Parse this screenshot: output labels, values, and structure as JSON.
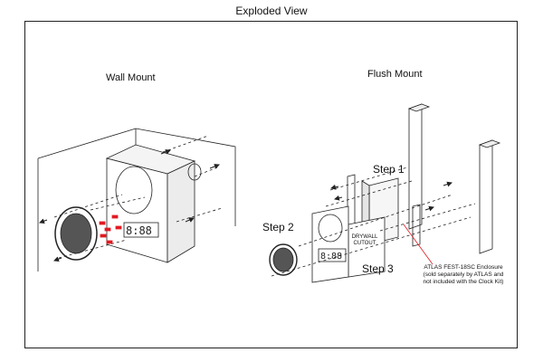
{
  "page": {
    "title": "Exploded View"
  },
  "sections": {
    "wall_mount": {
      "title": "Wall Mount"
    },
    "flush_mount": {
      "title": "Flush Mount",
      "step1": "Step 1",
      "step2": "Step 2",
      "step3": "Step 3",
      "drywall_cutout_line1": "DRYWALL",
      "drywall_cutout_line2": "CUTOUT",
      "enclosure_note_line1": "ATLAS FEST-18SC Enclosure",
      "enclosure_note_line2": "(sold separately by ATLAS and",
      "enclosure_note_line3": "not included with the Clock Kit)"
    }
  },
  "colors": {
    "line": "#222222",
    "accent": "#e11b22",
    "grille": "#333333"
  }
}
